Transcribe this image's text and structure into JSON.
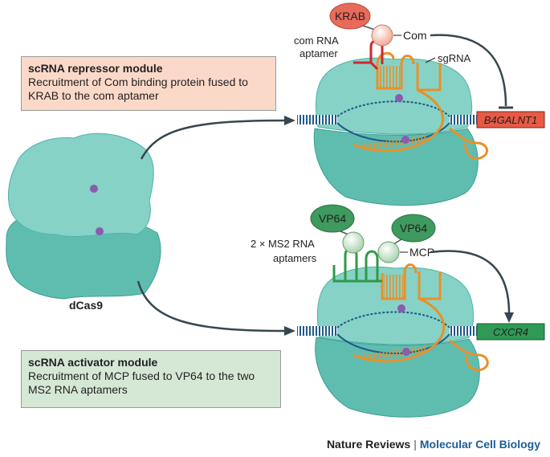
{
  "repressor_module": {
    "title": "scRNA repressor module",
    "body": "Recruitment of Com binding protein fused to KRAB to the com aptamer"
  },
  "activator_module": {
    "title": "scRNA activator module",
    "body": "Recruitment of MCP fused to VP64 to the two MS2 RNA aptamers"
  },
  "dcas9_label": "dCas9",
  "repressor_labels": {
    "krab": "KRAB",
    "com": "Com",
    "com_aptamer_line1": "com RNA",
    "com_aptamer_line2": "aptamer",
    "sgrna": "sgRNA",
    "gene": "B4GALNT1"
  },
  "activator_labels": {
    "vp64_left": "VP64",
    "vp64_right": "VP64",
    "ms2_line1": "2 × MS2 RNA",
    "ms2_line2": "aptamers",
    "mcp": "MCP",
    "gene": "CXCR4"
  },
  "footer": {
    "publisher": "Nature Reviews",
    "separator": "|",
    "journal": "Molecular Cell Biology"
  },
  "colors": {
    "cas9_light": "#7fcfc3",
    "cas9_dark": "#4fb3a6",
    "dna": "#1f5a8a",
    "sgrna": "#e8902a",
    "com_aptamer": "#d22630",
    "ms2_aptamer": "#2f9a48",
    "krab": "#e86a5a",
    "com_protein": "#f2b8a5",
    "vp64": "#3e9a5e",
    "mcp": "#a8d4ae",
    "repressed_gene": "#e85a45",
    "activated_gene": "#2e9a55",
    "arrow": "#37474f",
    "purple_dot": "#8a5bb0"
  }
}
